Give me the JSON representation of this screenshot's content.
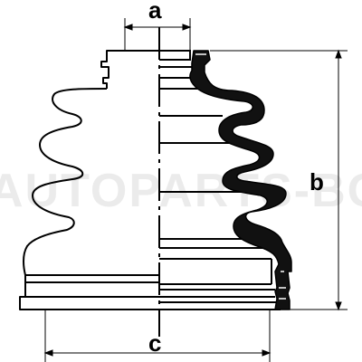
{
  "diagram": {
    "labels": {
      "a": "a",
      "b": "b",
      "c": "c"
    },
    "watermark": "AUTOPARTS-BOGS",
    "colors": {
      "outline": "#000000",
      "fill_section": "#111111",
      "background": "#ffffff"
    }
  }
}
